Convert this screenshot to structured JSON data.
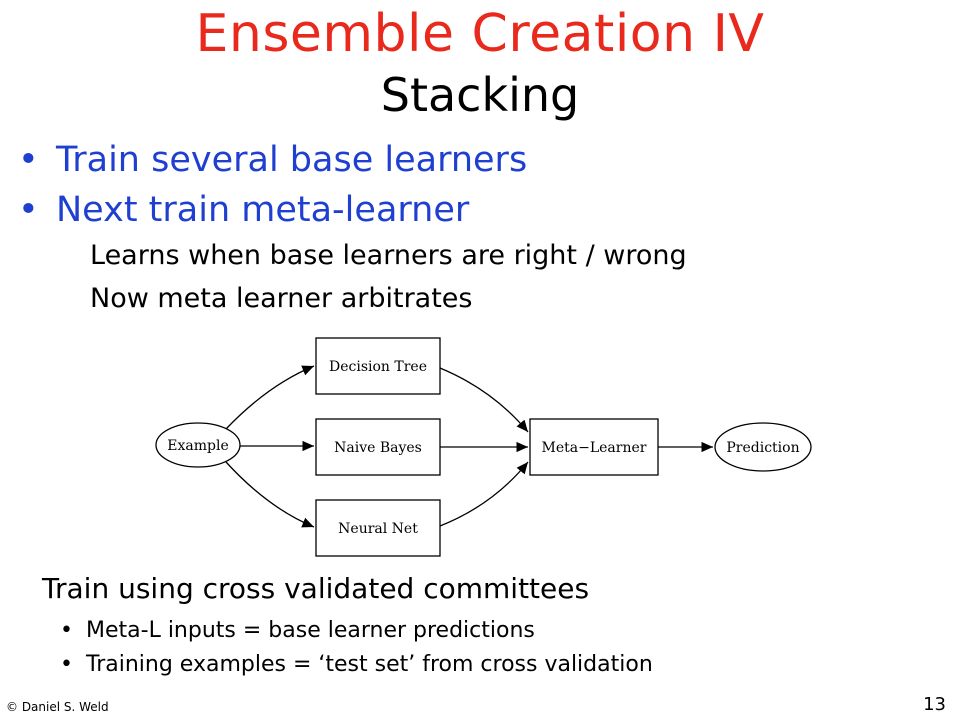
{
  "slide": {
    "title": "Ensemble Creation IV",
    "subtitle": "Stacking",
    "bullets": [
      "Train several base learners",
      "Next train meta-learner"
    ],
    "sub_items": [
      "Learns when base learners are right / wrong",
      "Now meta learner arbitrates"
    ],
    "diagram": {
      "example": "Example",
      "learners": [
        "Decision Tree",
        "Naive Bayes",
        "Neural Net"
      ],
      "meta": "Meta−Learner",
      "prediction": "Prediction"
    },
    "bottom": {
      "heading": "Train using cross validated committees",
      "points": [
        "Meta-L inputs = base learner predictions",
        "Training examples = ‘test set’ from cross validation"
      ]
    },
    "footer": {
      "copyright": "© Daniel S. Weld",
      "page_number": "13"
    },
    "colors": {
      "title": "#e8291c",
      "bullets": "#1f3fd1"
    }
  }
}
